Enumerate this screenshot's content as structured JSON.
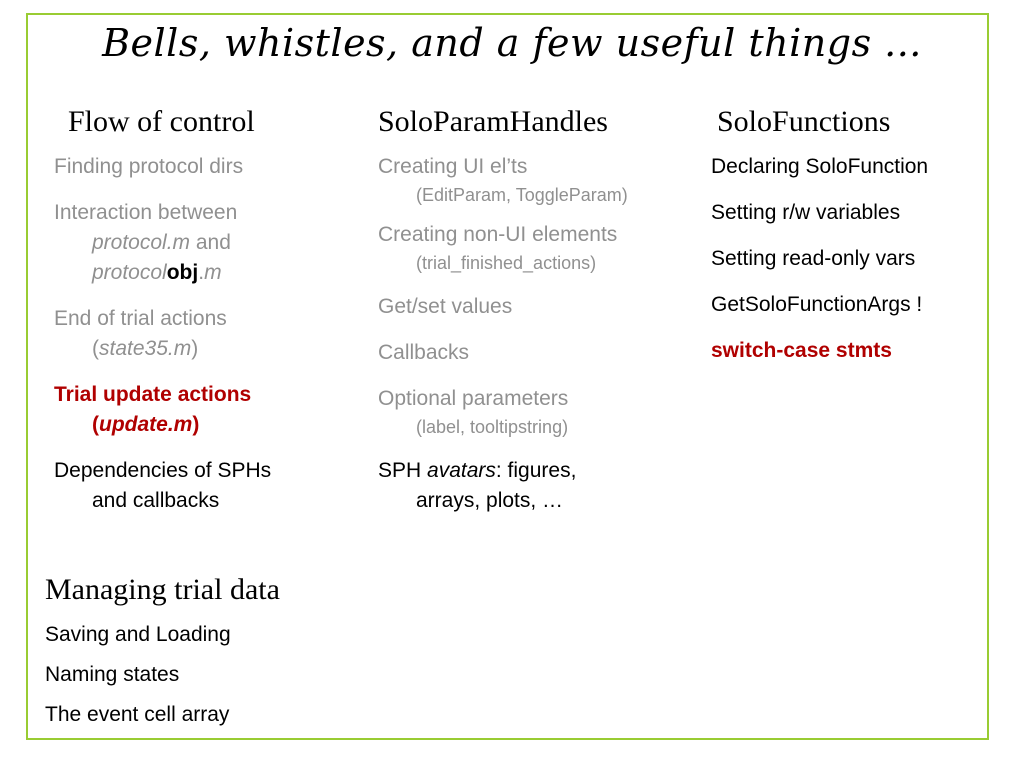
{
  "slide": {
    "title": "Bells, whistles, and a few useful things ...",
    "accent_color": "#99cc33",
    "highlight_color": "#b00000",
    "muted_color": "#909090"
  },
  "flow": {
    "heading": "Flow of control",
    "item1": "Finding protocol dirs",
    "item2_line1": "Interaction between",
    "item2_file1": "protocol.m",
    "item2_and": " and",
    "item2_file2_pre": "protocol",
    "item2_file2_bold": "obj",
    "item2_file2_dot": ".",
    "item2_file2_ext": "m",
    "item3_line1": "End of trial actions",
    "item3_open": "(",
    "item3_file": "state35.m",
    "item3_close": ")",
    "item4_line1": "Trial update actions",
    "item4_open": "(",
    "item4_file": "update.m",
    "item4_close": ")",
    "item5_line1": "Dependencies of SPHs",
    "item5_line2": "and callbacks"
  },
  "sph": {
    "heading": "SoloParamHandles",
    "item1": "Creating UI el’ts",
    "item1_sub": "(EditParam, ToggleParam)",
    "item2": "Creating non-UI elements",
    "item2_sub": "(trial_finished_actions)",
    "item3": "Get/set values",
    "item4": "Callbacks",
    "item5": "Optional parameters",
    "item5_sub": "(label, tooltipstring)",
    "item6_pre": "SPH ",
    "item6_em": "avatars",
    "item6_post": ": figures,",
    "item6_line2": "arrays, plots, …"
  },
  "funcs": {
    "heading": "SoloFunctions",
    "items": [
      "Declaring SoloFunction",
      "Setting r/w variables",
      "Setting read-only vars",
      "GetSoloFunctionArgs !",
      "switch-case stmts"
    ]
  },
  "trial": {
    "heading": "Managing trial data",
    "items": [
      "Saving and Loading",
      "Naming states",
      "The event cell array"
    ]
  }
}
